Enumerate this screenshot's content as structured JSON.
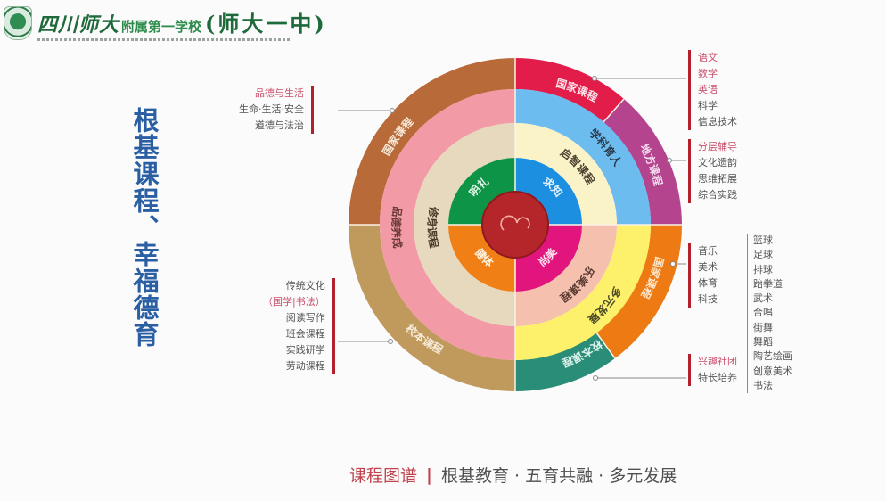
{
  "header": {
    "school_name_a": "四川师大",
    "school_name_b": "附属第一学校",
    "school_name_c": "(师大一中)"
  },
  "side_title": "根基课程、幸福德育",
  "footer": {
    "label": "课程图谱",
    "separator": "|",
    "slogan": "根基教育 · 五育共融 · 多元发展"
  },
  "colors": {
    "center": "#b5262b",
    "green": "#0e9446",
    "blue_inner": "#1c8fe0",
    "orange_inner": "#f07f16",
    "magenta": "#e2157e",
    "beige": "#e6d9bd",
    "cream": "#faf3c8",
    "peach": "#f5c0ae",
    "pink": "#f29aa5",
    "light_blue": "#6cbcf0",
    "yellow": "#fdf06a",
    "brown": "#b86a39",
    "tan": "#c09a5d",
    "crimson": "#e31d4a",
    "purple": "#b5448f",
    "dark_orange": "#ee7a14",
    "teal": "#2a8d77",
    "accent_line": "#b3202c"
  },
  "chart_data": {
    "type": "radial-diagram",
    "title": "课程图谱",
    "center": {
      "label": "logo"
    },
    "rings": [
      {
        "level": 1,
        "segments": [
          {
            "label": "明礼",
            "color": "#0e9446",
            "quadrant": "top-left"
          },
          {
            "label": "求知",
            "color": "#1c8fe0",
            "quadrant": "top-right"
          },
          {
            "label": "健体",
            "color": "#f07f16",
            "quadrant": "bottom-left"
          },
          {
            "label": "尚美",
            "color": "#e2157e",
            "quadrant": "bottom-right"
          }
        ]
      },
      {
        "level": 2,
        "segments": [
          {
            "label": "修身课程",
            "color": "#e6d9bd",
            "quadrant": "left"
          },
          {
            "label": "启智课程",
            "color": "#faf3c8",
            "quadrant": "top-right"
          },
          {
            "label": "乐美课程",
            "color": "#f5c0ae",
            "quadrant": "bottom-right"
          }
        ]
      },
      {
        "level": 3,
        "segments": [
          {
            "label": "品德养成",
            "color": "#f29aa5",
            "quadrant": "left"
          },
          {
            "label": "学科育人",
            "color": "#6cbcf0",
            "quadrant": "top-right"
          },
          {
            "label": "多元发展",
            "color": "#fdf06a",
            "quadrant": "bottom-right"
          }
        ]
      },
      {
        "level": 4,
        "segments": [
          {
            "label": "国家课程",
            "color": "#b86a39",
            "quadrant": "top-left"
          },
          {
            "label": "校本课程",
            "color": "#c09a5d",
            "quadrant": "bottom-left"
          },
          {
            "label": "国家课程",
            "color": "#e31d4a",
            "quadrant": "top-right-a"
          },
          {
            "label": "地方课程",
            "color": "#b5448f",
            "quadrant": "top-right-b"
          },
          {
            "label": "国家课程",
            "color": "#ee7a14",
            "quadrant": "bottom-right-a"
          },
          {
            "label": "校本课程",
            "color": "#2a8d77",
            "quadrant": "bottom-right-b"
          }
        ]
      }
    ]
  },
  "callouts": {
    "top_left": [
      "品德与生活",
      "生命·生活·安全",
      "道德与法治"
    ],
    "bottom_left": [
      "传统文化",
      "（国学|书法）",
      "阅读写作",
      "班会课程",
      "实践研学",
      "劳动课程"
    ],
    "top_right_a": [
      "语文",
      "数学",
      "英语",
      "科学",
      "信息技术"
    ],
    "top_right_b": [
      "分层辅导",
      "文化遗韵",
      "思维拓展",
      "综合实践"
    ],
    "bottom_right_a": [
      "音乐",
      "美术",
      "体育",
      "科技"
    ],
    "bottom_right_clubs": [
      "篮球",
      "足球",
      "排球",
      "跆拳道",
      "武术",
      "合唱",
      "街舞",
      "舞蹈",
      "陶艺绘画",
      "创意美术",
      "书法"
    ],
    "bottom_right_b": [
      "兴趣社团",
      "特长培养"
    ]
  },
  "ring_labels": {
    "l1_tl": "明礼",
    "l1_tr": "求知",
    "l1_bl": "健体",
    "l1_br": "尚美",
    "l2_left": "修身课程",
    "l2_tr": "启智课程",
    "l2_br": "乐美课程",
    "l3_left": "品德养成",
    "l3_tr": "学科育人",
    "l3_br": "多元发展",
    "l4_tl": "国家课程",
    "l4_bl": "校本课程",
    "l4_tr_a": "国家课程",
    "l4_tr_b": "地方课程",
    "l4_br_a": "国家课程",
    "l4_br_b": "校本课程"
  }
}
